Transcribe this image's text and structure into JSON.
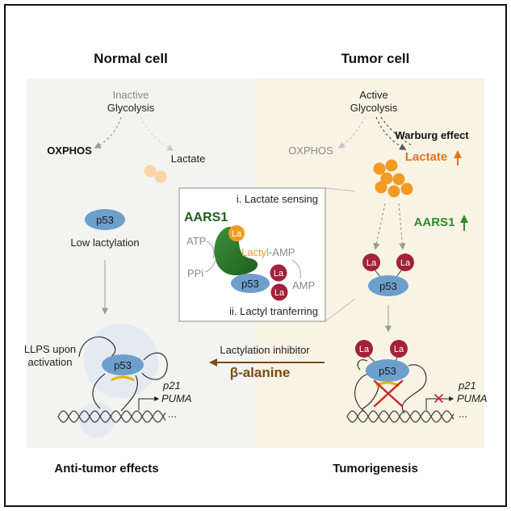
{
  "normal_cell": {
    "title": "Normal cell",
    "glycolysis_state": "Inactive",
    "glycolysis": "Glycolysis",
    "oxphos": "OXPHOS",
    "lactate": "Lactate",
    "p53": "p53",
    "lactylation": "Low lactylation",
    "llps_line1": "LLPS upon",
    "llps_line2": "activation",
    "p53_llps": "p53",
    "gene1": "p21",
    "gene2": "PUMA",
    "more_genes": "...",
    "outcome": "Anti-tumor effects"
  },
  "tumor_cell": {
    "title": "Tumor cell",
    "glycolysis_state": "Active",
    "glycolysis": "Glycolysis",
    "warburg": "Warburg effect",
    "oxphos": "OXPHOS",
    "lactate": "Lactate",
    "aars1": "AARS1",
    "la": "La",
    "p53": "p53",
    "gene1": "p21",
    "gene2": "PUMA",
    "more_genes": "...",
    "outcome": "Tumorigenesis"
  },
  "inset": {
    "step1": "i. Lactate sensing",
    "enzyme": "AARS1",
    "atp": "ATP",
    "ppi": "PPi",
    "la": "La",
    "lactyl": "Lactyl",
    "amp_suffix": "-AMP",
    "amp": "AMP",
    "p53": "p53",
    "step2": "ii. Lactyl tranferring"
  },
  "inhibitor": {
    "label": "Lactylation inhibitor",
    "compound": "β-alanine"
  },
  "colors": {
    "normal_panel": "#f3f3f1",
    "tumor_panel": "#f8f4e5",
    "p53": "#6d9fcd",
    "la_lactylated": "#a3213a",
    "la_free": "#f29b21",
    "lactate_low": "#fad3a6",
    "lactate_high": "#f39a22",
    "lactate_text_high": "#e5721c",
    "lactate_text_low": "#f4b46c",
    "aars1": "#2e7a2e",
    "aars1_text": "#1f5f1f",
    "aars1_up": "#2e8b2e",
    "active": "#d0282e",
    "inhibitor": "#7a4a12",
    "llps": "#8fb3db",
    "llps_halo": "#dfe7f2",
    "inactive_bind": "#e2b400"
  }
}
